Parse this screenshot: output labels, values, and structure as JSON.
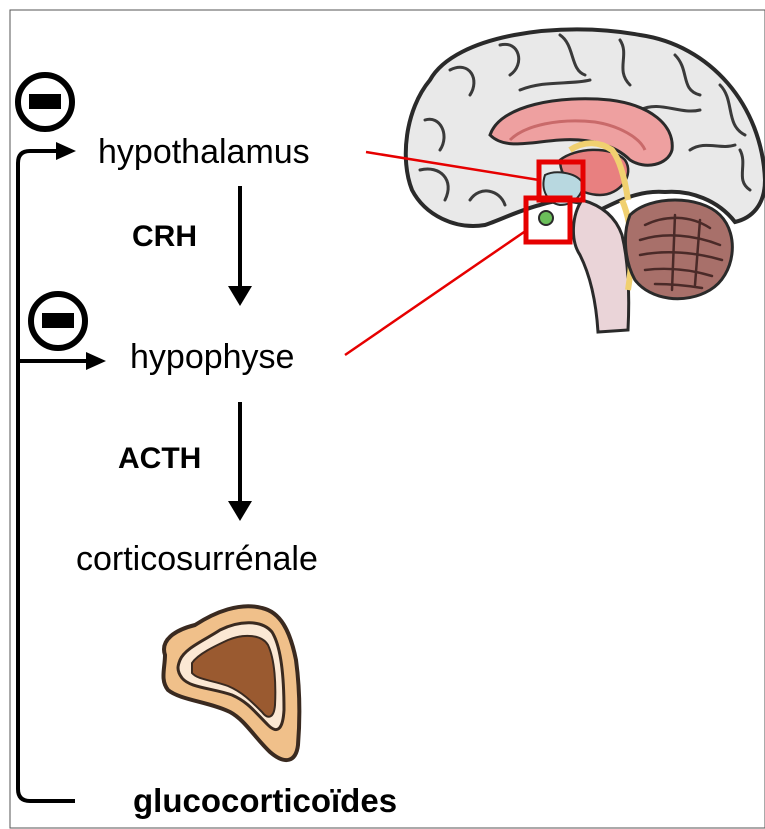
{
  "diagram": {
    "nodes": {
      "hypothalamus": "hypothalamus",
      "hypophyse": "hypophyse",
      "corticosurrenale": "corticosurrénale",
      "glucocorticoides": "glucocorticoïdes"
    },
    "hormones": {
      "crh": "CRH",
      "acth": "ACTH"
    },
    "feedback": {
      "symbol": "minus-circle-icon",
      "count": 2,
      "type": "negative"
    },
    "colors": {
      "highlight": "#e60000",
      "line": "#000000",
      "adrenal_outer": "#e8a060",
      "adrenal_inner": "#9a5a30",
      "brain_gray": "#e6e6e6",
      "brain_pink": "#eea0a0"
    }
  }
}
